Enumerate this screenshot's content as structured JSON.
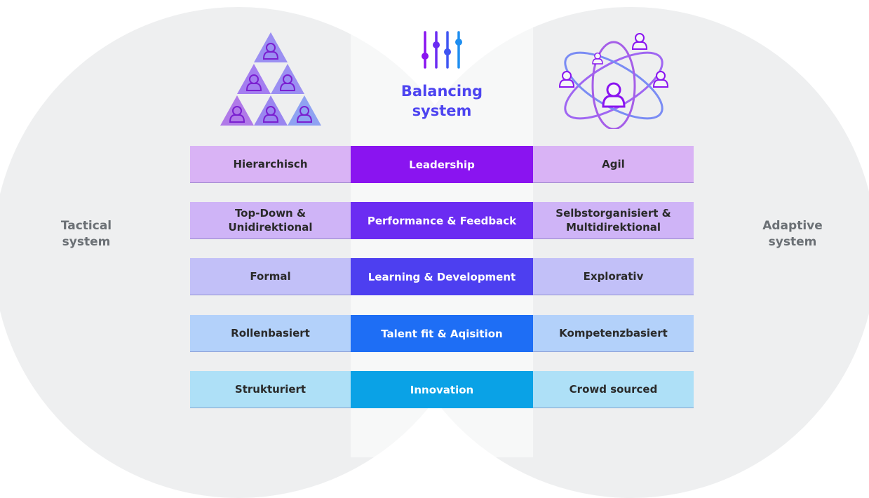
{
  "left_system": {
    "line1": "Tactical",
    "line2": "system"
  },
  "right_system": {
    "line1": "Adaptive",
    "line2": "system"
  },
  "center": {
    "title_line1": "Balancing",
    "title_line2": "system"
  },
  "rows": [
    {
      "left": "Hierarchisch",
      "center": "Leadership",
      "right": "Agil",
      "left_color": "#d9b3f5",
      "center_color": "#8a14f0",
      "right_color": "#d9b3f5"
    },
    {
      "left_l1": "Top-Down &",
      "left_l2": "Unidirektional",
      "center": "Performance & Feedback",
      "right_l1": "Selbstorganisiert &",
      "right_l2": "Multidirektional",
      "left_color": "#cfb4f7",
      "center_color": "#6b2cf2",
      "right_color": "#cfb4f7"
    },
    {
      "left": "Formal",
      "center": "Learning & Development",
      "right": "Explorativ",
      "left_color": "#c2c0f8",
      "center_color": "#4d3ff0",
      "right_color": "#c2c0f8"
    },
    {
      "left": "Rollenbasiert",
      "center": "Talent fit & Aqisition",
      "right": "Kompetenzbasiert",
      "left_color": "#b3d1fa",
      "center_color": "#1e6ef5",
      "right_color": "#b3d1fa"
    },
    {
      "left": "Strukturiert",
      "center": "Innovation",
      "right": "Crowd sourced",
      "left_color": "#aee0f7",
      "center_color": "#0aa2e6",
      "right_color": "#aee0f7"
    }
  ],
  "icons": {
    "left": "hierarchy-pyramid-icon",
    "center": "equalizer-sliders-icon",
    "right": "atom-network-icon"
  }
}
